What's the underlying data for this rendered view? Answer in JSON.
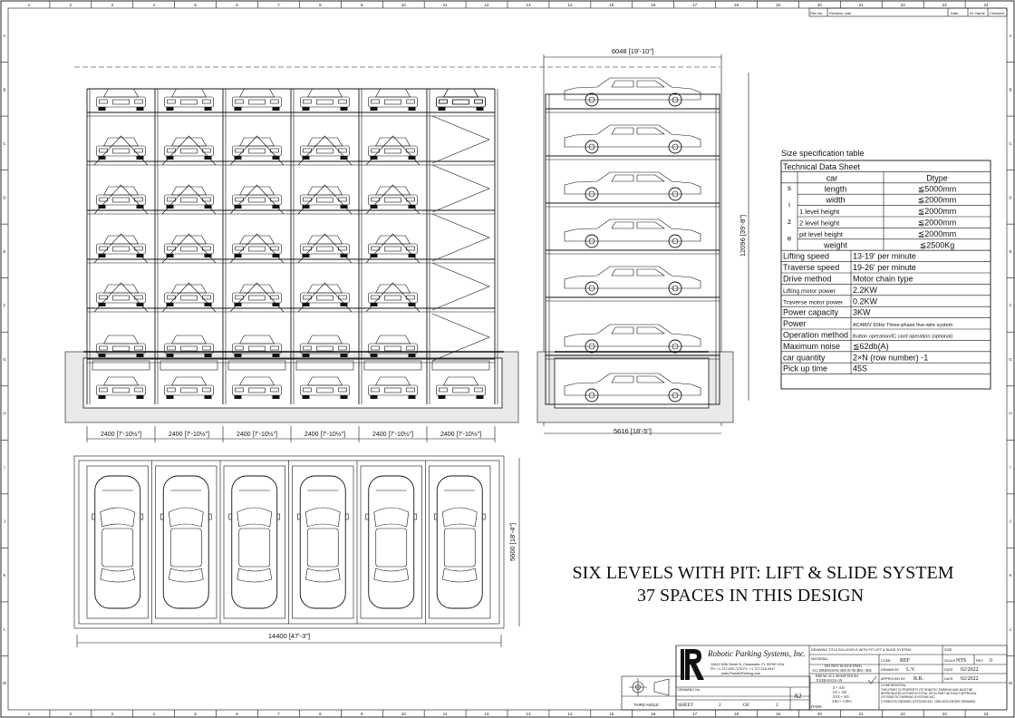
{
  "grid": {
    "columns": [
      "1",
      "2",
      "3",
      "4",
      "5",
      "6",
      "7",
      "8",
      "9",
      "10",
      "11",
      "12",
      "13",
      "14",
      "15",
      "16",
      "17",
      "18",
      "19",
      "20",
      "21",
      "22",
      "23",
      "24"
    ],
    "rows": [
      "A",
      "B",
      "C",
      "D",
      "E",
      "F",
      "G",
      "H",
      "I",
      "J",
      "K",
      "L",
      "M"
    ]
  },
  "revision_block": {
    "rev_no": "Rev No.",
    "note": "Revision note",
    "date": "Date",
    "drawn": "Dr. Name",
    "checked": "Checked"
  },
  "dimensions": {
    "top_width": "6048 [19'-10\"]",
    "side_height": "12096 [39'-8\"]",
    "side_base": "5616 [18'-5\"]",
    "bay": "2400 [7'-10½\"]",
    "plan_width": "14400 [47'-3\"]",
    "plan_depth": "5600 [18'-4\"]"
  },
  "spec_table": {
    "caption": "Size specification table",
    "header": "Technical Data Sheet",
    "col_car": "car",
    "col_type": "Dtype",
    "size_letters": [
      "s",
      "i",
      "z",
      "e"
    ],
    "size_rows": [
      {
        "label": "length",
        "value": "≦5000mm"
      },
      {
        "label": "width",
        "value": "≦2000mm"
      },
      {
        "label": "1 level height",
        "value": "≦2000mm"
      },
      {
        "label": "2 level height",
        "value": "≦2000mm"
      },
      {
        "label": "pit level height",
        "value": "≦2000mm"
      },
      {
        "label": "weight",
        "value": "≦2500Kg"
      }
    ],
    "rows": [
      {
        "label": "Lifting speed",
        "value": "13-19' per minute"
      },
      {
        "label": "Traverse speed",
        "value": "19-26' per minute"
      },
      {
        "label": "Drive method",
        "value": "Motor chain type"
      },
      {
        "label": "Lifting motor power",
        "value": "2.2KW"
      },
      {
        "label": "Traverse motor power",
        "value": "0.2KW"
      },
      {
        "label": "Power capacity",
        "value": "3KW"
      },
      {
        "label": "Power",
        "value": "AC480V 60Hz Three-phase five-wire system"
      },
      {
        "label": "Operation method",
        "value": "Button operation/IC card operation (optional)"
      },
      {
        "label": "Maximum noise",
        "value": "≦62db(A)"
      },
      {
        "label": "car quantity",
        "value": "2×N (row number) -1"
      },
      {
        "label": "Pick up time",
        "value": "45S"
      }
    ]
  },
  "headline": {
    "line1": "SIX LEVELS WITH PIT:  LIFT & SLIDE SYSTEM",
    "line2": "37 SPACES IN THIS DESIGN"
  },
  "title_block": {
    "company": "Robotic Parking Systems, Inc.",
    "address": "12812 60th Street N, Clearwater, FL 33760 USA",
    "phone": "Ph: +1 727.539.7275  Fx: +1 727.216.0947",
    "web": "www.RoboticParking.com",
    "drawing_title_label": "DRAWING TITLE",
    "drawing_title": "SIX LEVELS WITH PIT LIFT & SLIDE SYSTEM",
    "material_label": "MATERIAL",
    "do_not_scale": "DO NOT SCALE DWG",
    "all_dims": "ALL DIMENSIONS ARE IN INCHES / MM",
    "break_edges": "BREAK ALL SHARP EDGES",
    "tolerances_label": "TOLERANCES ON",
    "tol_x": ".X    = .020",
    "tol_xx": ".XX  = .010",
    "tol_xxx": ".XXX = .005",
    "tol_ang": "ANG = 1 DEG",
    "finish_label": "FINISH",
    "ref_label": "CODE",
    "ref_value": "REF",
    "scale_label": "SCALE",
    "scale_value": "NTS",
    "rev_label": "REV",
    "rev_value": "0",
    "drawn_label": "DRAWN BY",
    "drawn_value": "L.V.",
    "date_label": "DATE",
    "date_value1": "02/2022",
    "approved_label": "APPROVED BY",
    "approved_value": "R.R.",
    "date_value2": "02/2022",
    "drawing_no_label": "DRAWING No.",
    "size": "A2",
    "third_angle": "THIRD ANGLE",
    "sheet_label": "SHEET",
    "sheet_no": "2",
    "of_label": "OF",
    "sheet_total": "2",
    "confidential": "CONFIDENTIAL",
    "conf_text1": "THIS PRINT IS PROPERTY OF ROBOTIC PARKING AND MUST BE",
    "conf_text2": "REPRODUCED EITHER IN TOTAL OR IN PART WITHOUT APPROVAL",
    "conf_text3": "OF ROBOTIC PARKING SYSTEMS INC.",
    "copyright": "© ROBOTIC PARKING SYSTEMS INC. 1994-2020 ENTIRE DRAWING"
  }
}
